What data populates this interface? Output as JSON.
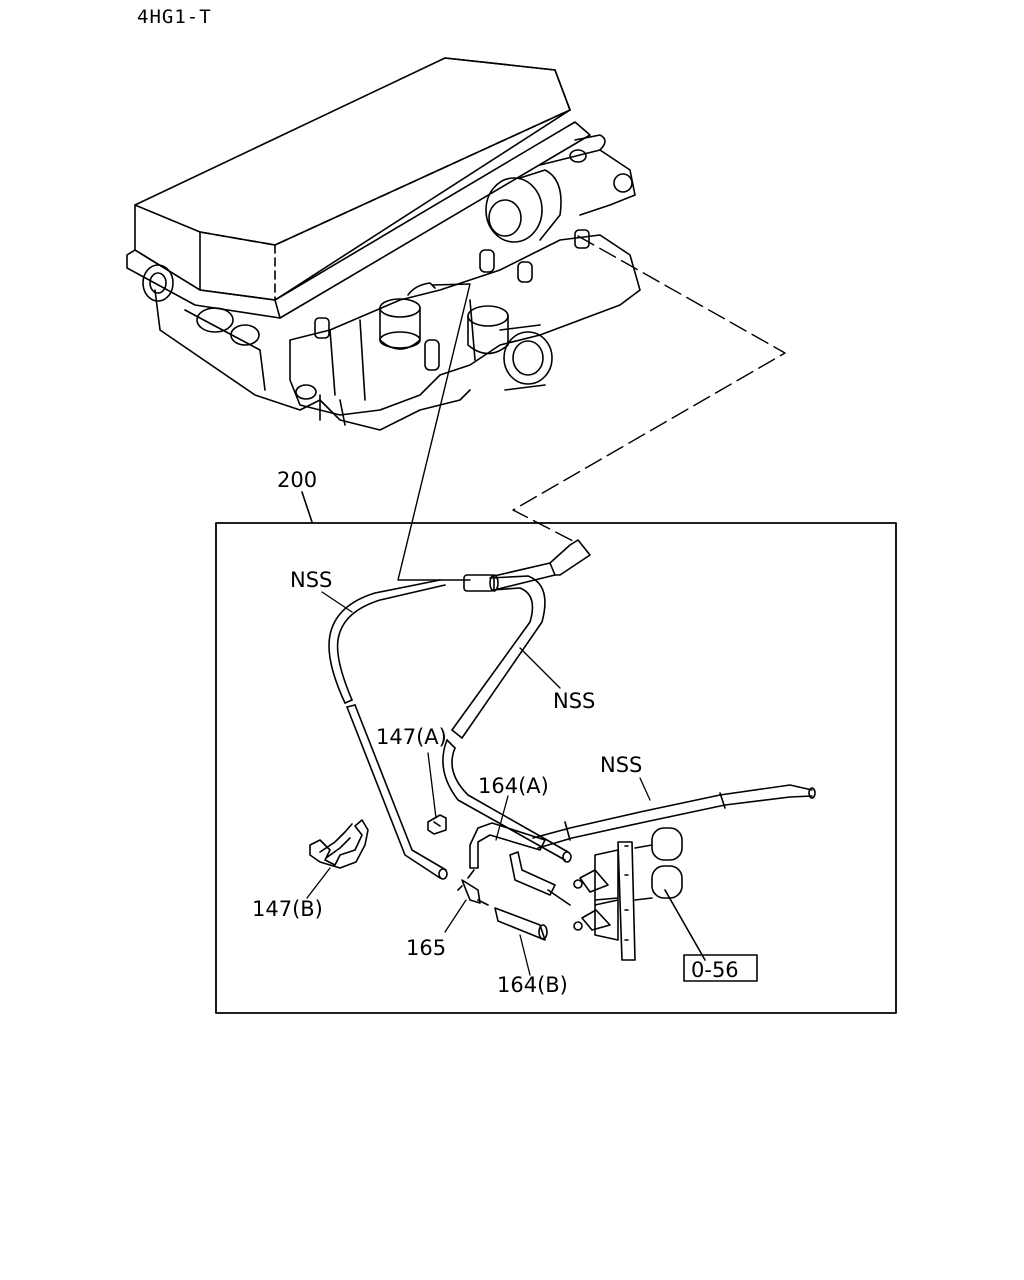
{
  "model_code": "4HG1-T",
  "labels": {
    "assembly": "200",
    "nss_1": "NSS",
    "nss_2": "NSS",
    "nss_3": "NSS",
    "clip_a": "147(A)",
    "clip_b": "147(B)",
    "hose_a": "164(A)",
    "hose_b": "164(B)",
    "connector": "165",
    "ref": "0-56"
  }
}
